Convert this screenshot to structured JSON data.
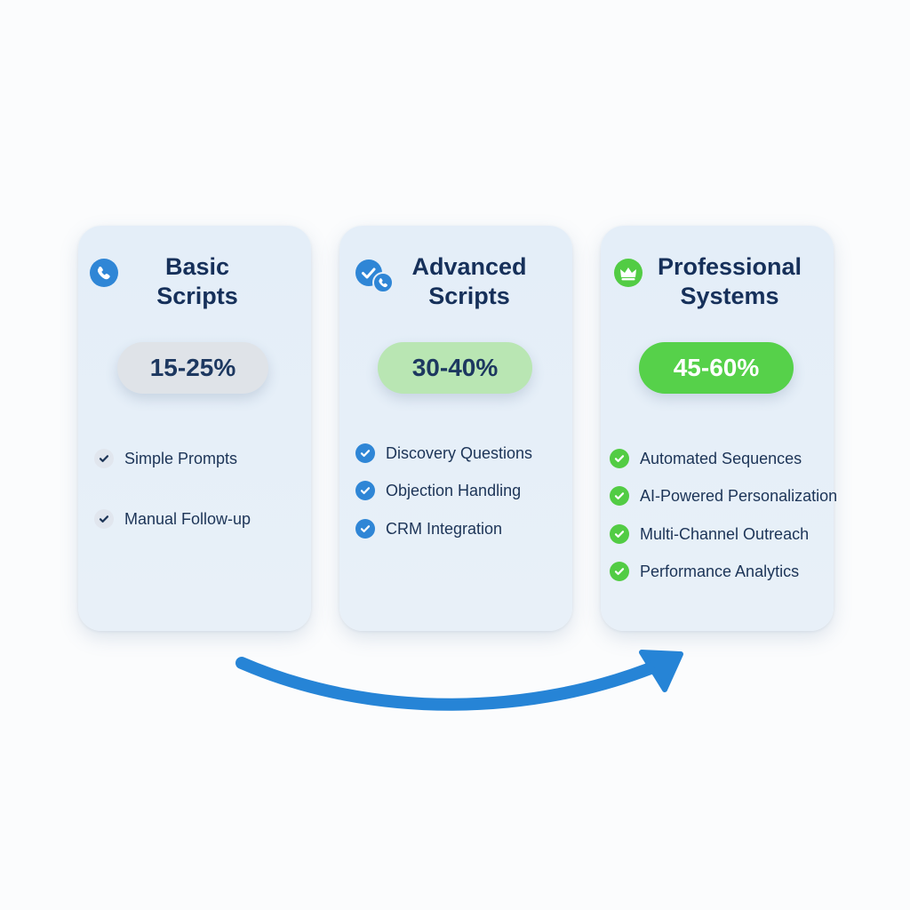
{
  "tiers": [
    {
      "title_line1": "Basic",
      "title_line2": "Scripts",
      "icon": "phone-icon",
      "range": "15-25%",
      "features": [
        "Simple Prompts",
        "Manual Follow-up"
      ]
    },
    {
      "title_line1": "Advanced",
      "title_line2": "Scripts",
      "icon": "check-phone-icon",
      "range": "30-40%",
      "features": [
        "Discovery Questions",
        "Objection Handling",
        "CRM Integration"
      ]
    },
    {
      "title_line1": "Professional",
      "title_line2": "Systems",
      "icon": "crown-icon",
      "range": "45-60%",
      "features": [
        "Automated Sequences",
        "AI-Powered Personalization",
        "Multi-Channel Outreach",
        "Performance Analytics"
      ]
    }
  ],
  "colors": {
    "title_text": "#16305a",
    "accent_blue": "#2f86d6",
    "accent_green": "#52cc44",
    "pill_gray": "#dfe3e8",
    "pill_light_green": "#b9e6b3",
    "card_bg": "#e6eff8"
  }
}
